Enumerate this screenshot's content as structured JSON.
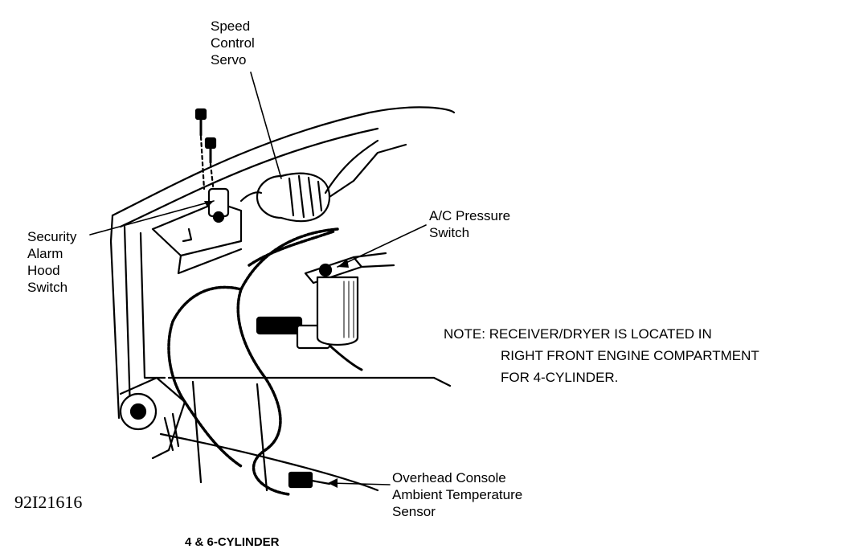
{
  "labels": {
    "speed_control_servo": [
      "Speed",
      "Control",
      "Servo"
    ],
    "ac_pressure_switch": [
      "A/C Pressure",
      "Switch"
    ],
    "security_alarm_hood_switch": [
      "Security",
      "Alarm",
      "Hood",
      "Switch"
    ],
    "overhead_console_sensor": [
      "Overhead Console",
      "Ambient Temperature",
      "Sensor"
    ]
  },
  "note": {
    "prefix": "NOTE:",
    "lines": [
      "RECEIVER/DRYER IS LOCATED IN",
      "RIGHT FRONT ENGINE COMPARTMENT",
      "FOR 4-CYLINDER."
    ]
  },
  "figure_code": "92I21616",
  "caption": "4 & 6-CYLINDER"
}
